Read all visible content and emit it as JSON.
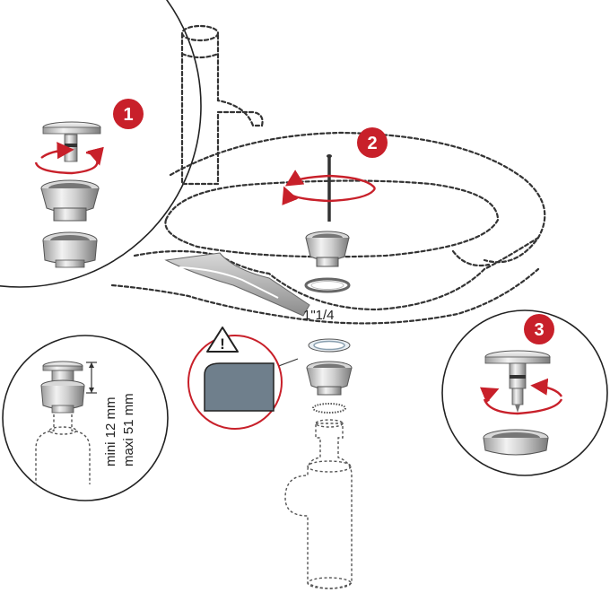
{
  "steps": [
    {
      "number": "1",
      "badge_color": "#c8202a"
    },
    {
      "number": "2",
      "badge_color": "#c8202a"
    },
    {
      "number": "3",
      "badge_color": "#c8202a"
    }
  ],
  "thread_size_label": "1\"1/4",
  "dimension_min": "mini 12 mm",
  "dimension_max": "maxi 51 mm",
  "warning_symbol": "!",
  "colors": {
    "accent_red": "#c8202a",
    "metal_light": "#e6e6e6",
    "metal_dark": "#8a8a8a",
    "panel_blue_gray": "#6f7f8c",
    "outline": "#333333"
  },
  "icons": [
    "rotate-arrow-icon",
    "warning-triangle-icon",
    "dimension-arrow-icon"
  ]
}
